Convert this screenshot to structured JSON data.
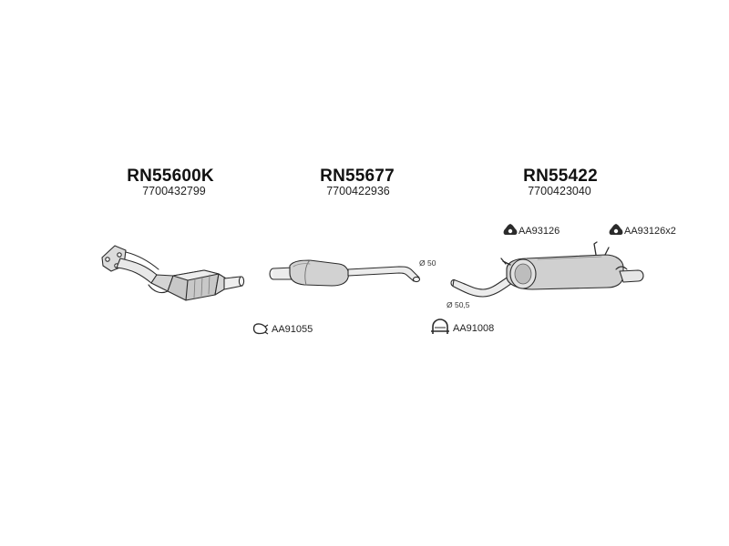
{
  "parts": [
    {
      "code": "RN55600K",
      "oem": "7700432799"
    },
    {
      "code": "RN55677",
      "oem": "7700422936"
    },
    {
      "code": "RN55422",
      "oem": "7700423040"
    }
  ],
  "accessories": {
    "clamp_front": "AA91055",
    "clamp_mid": "AA91008",
    "hanger_1": "AA93126",
    "hanger_2": "AA93126",
    "hanger_2_qty": "x2"
  },
  "diameters": {
    "mid_pipe": "Ø 50",
    "rear_pipe": "Ø 50,5"
  },
  "colors": {
    "line": "#2b2b2b",
    "fill_light": "#e6e6e6",
    "fill_mid": "#cfcfcf",
    "fill_dark": "#9a9a9a"
  }
}
